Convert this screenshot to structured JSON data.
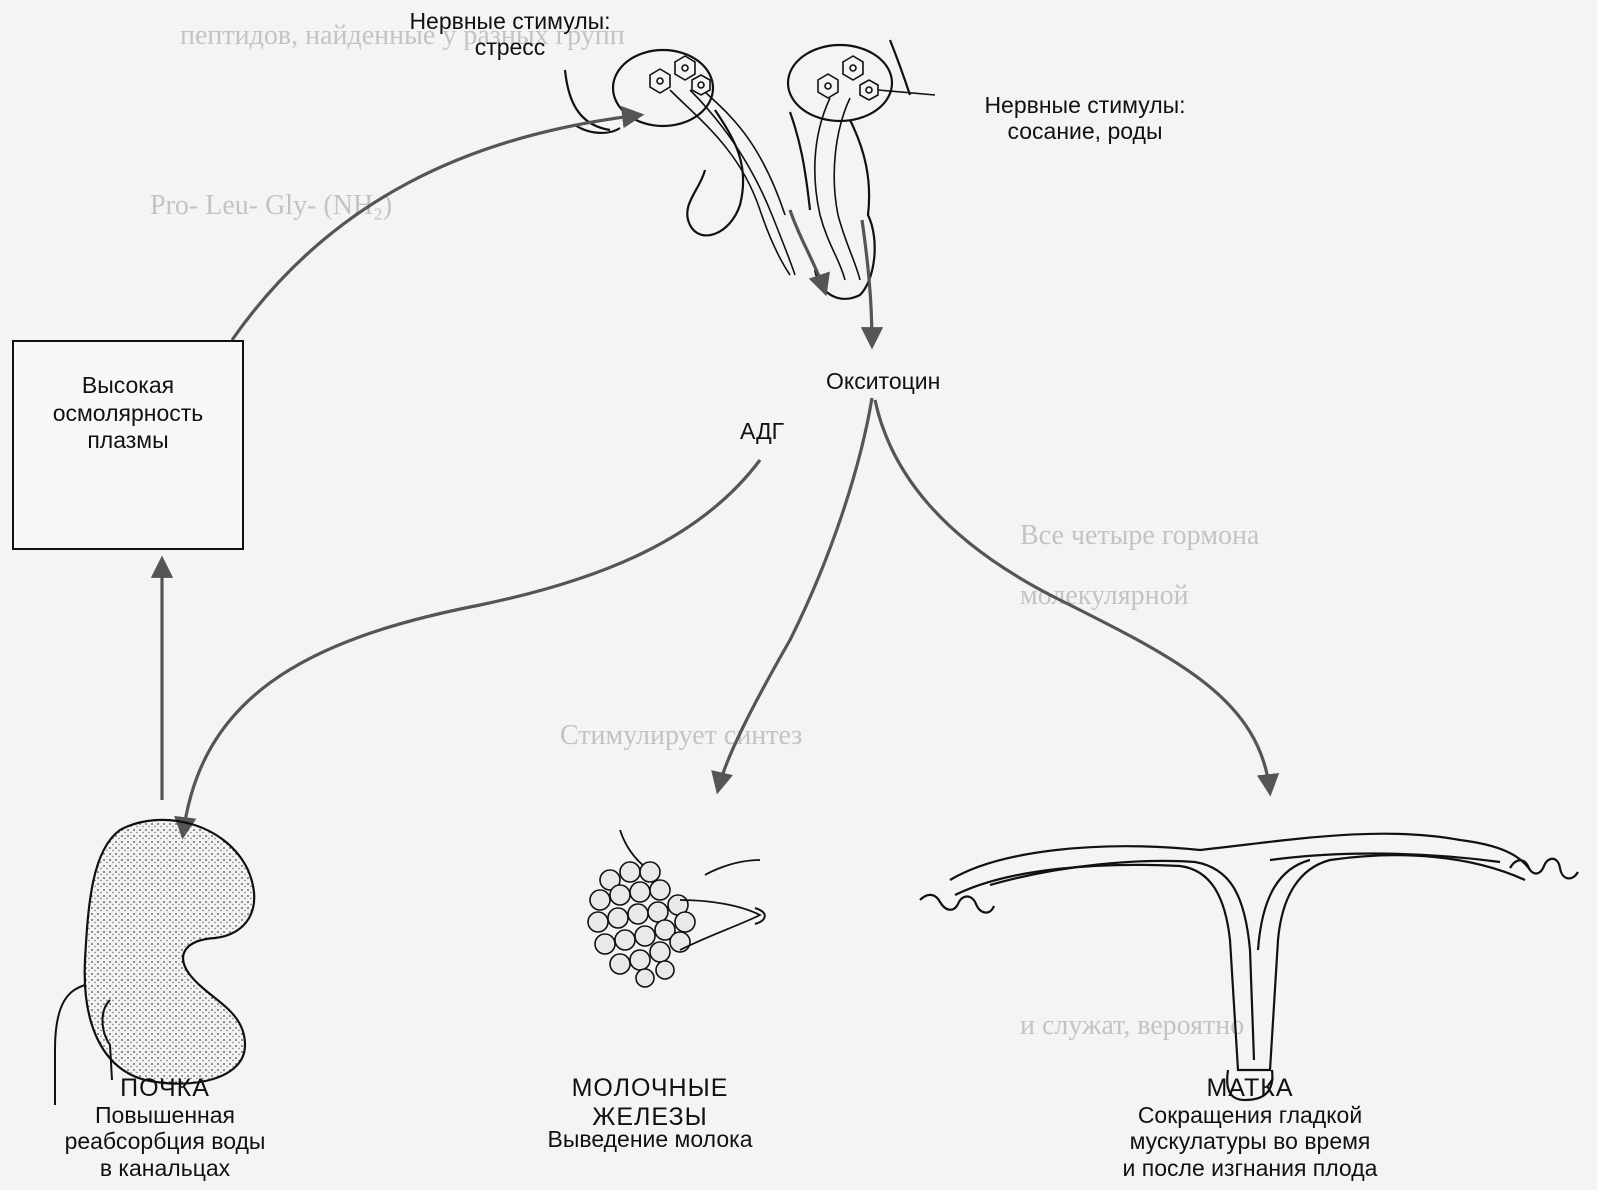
{
  "labels": {
    "stimuli_stress": "Нервные стимулы:\nстресс",
    "stimuli_suckling": "Нервные стимулы:\nсосание, роды",
    "oxytocin": "Окситоцин",
    "adh": "АДГ",
    "box_text": "Высокая\nосмолярность\nплазмы"
  },
  "organs": {
    "kidney": {
      "title": "ПОЧКА",
      "desc": "Повышенная\nреабсорбция воды\nв канальцах"
    },
    "mammary": {
      "title": "МОЛОЧНЫЕ\nЖЕЛЕЗЫ",
      "desc": "Выведение молока"
    },
    "uterus": {
      "title": "МАТКА",
      "desc": "Сокращения гладкой\nмускулатуры во время\nи после изгнания плода"
    }
  },
  "colors": {
    "arrow": "#555555",
    "ink": "#111111",
    "paper": "#f4f4f2",
    "ghost": "#9c9c9c"
  }
}
